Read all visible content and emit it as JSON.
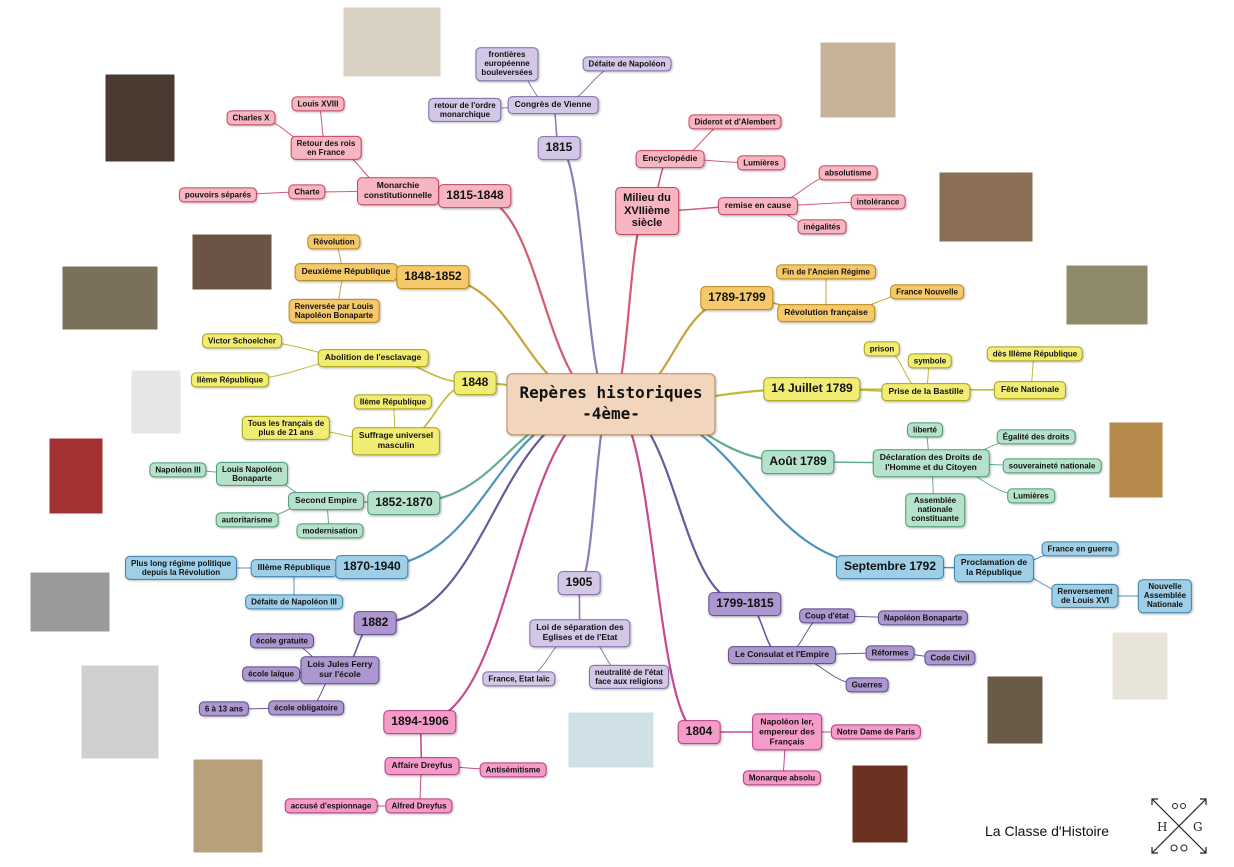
{
  "central": [
    "Repères historiques",
    "-4ème-"
  ],
  "brand": "La Classe d'Histoire",
  "logo_letters": [
    "H",
    "G"
  ],
  "colors": {
    "red": "#f7b5c2",
    "purple": "#d3c7e6",
    "orange": "#f5c86a",
    "yellow": "#f1ec74",
    "green": "#b6e2cc",
    "blue": "#9fcfe6",
    "violet": "#ac97cf",
    "pink": "#f59bc9",
    "central": "#f1d6bd"
  },
  "branches": [
    {
      "date": "1815-1848",
      "color": "red",
      "children": [
        {
          "label": [
            "Monarchie",
            "constitutionnelle"
          ],
          "children": [
            {
              "label": [
                "Retour des rois",
                "en France"
              ],
              "children": [
                {
                  "label": [
                    "Louis XVIII"
                  ]
                },
                {
                  "label": [
                    "Charles X"
                  ]
                }
              ]
            },
            {
              "label": [
                "Charte"
              ],
              "children": [
                {
                  "label": [
                    "pouvoirs séparés"
                  ]
                }
              ]
            }
          ]
        }
      ]
    },
    {
      "date": "1815",
      "color": "purple",
      "children": [
        {
          "label": [
            "Congrès de Vienne"
          ],
          "children": [
            {
              "label": [
                "frontières",
                "européenne",
                "bouleversées"
              ]
            },
            {
              "label": [
                "Défaite de Napoléon"
              ]
            },
            {
              "label": [
                "retour de l'ordre",
                "monarchique"
              ]
            }
          ]
        }
      ]
    },
    {
      "date": "Milieu du XVIIième siècle",
      "color": "red",
      "children": [
        {
          "label": [
            "Encyclopédie"
          ],
          "children": [
            {
              "label": [
                "Diderot et d'Alembert"
              ]
            },
            {
              "label": [
                "Lumières"
              ]
            }
          ]
        },
        {
          "label": [
            "remise en cause"
          ],
          "children": [
            {
              "label": [
                "absolutisme"
              ]
            },
            {
              "label": [
                "intolérance"
              ]
            },
            {
              "label": [
                "inégalités"
              ]
            }
          ]
        }
      ]
    },
    {
      "date": "1848-1852",
      "color": "orange",
      "children": [
        {
          "label": [
            "Deuxième République"
          ],
          "children": [
            {
              "label": [
                "Révolution"
              ]
            },
            {
              "label": [
                "Renversée par Louis",
                "Napoléon Bonaparte"
              ]
            }
          ]
        }
      ]
    },
    {
      "date": "1789-1799",
      "color": "orange",
      "children": [
        {
          "label": [
            "Révolution française"
          ],
          "children": [
            {
              "label": [
                "Fin de l'Ancien Régime"
              ]
            },
            {
              "label": [
                "France Nouvelle"
              ]
            }
          ]
        }
      ]
    },
    {
      "date": "1848",
      "color": "yellow",
      "children": [
        {
          "label": [
            "Abolition de l'esclavage"
          ],
          "children": [
            {
              "label": [
                "Victor Schoelcher"
              ]
            },
            {
              "label": [
                "IIème République"
              ]
            }
          ]
        },
        {
          "label": [
            "Suffrage universel",
            "masculin"
          ],
          "children": [
            {
              "label": [
                "IIème République"
              ]
            },
            {
              "label": [
                "Tous les français de",
                "plus de 21 ans"
              ]
            }
          ]
        }
      ]
    },
    {
      "date": "14 Juillet 1789",
      "color": "yellow",
      "children": [
        {
          "label": [
            "Prise de la Bastille"
          ],
          "children": [
            {
              "label": [
                "prison"
              ]
            },
            {
              "label": [
                "symbole"
              ]
            }
          ]
        },
        {
          "label": [
            "Fête Nationale"
          ],
          "children": [
            {
              "label": [
                "dès IIIème République"
              ]
            }
          ]
        }
      ]
    },
    {
      "date": "Août 1789",
      "color": "green",
      "children": [
        {
          "label": [
            "Déclaration des Droits de",
            "l'Homme et du Citoyen"
          ],
          "children": [
            {
              "label": [
                "liberté"
              ]
            },
            {
              "label": [
                "Égalité des droits"
              ]
            },
            {
              "label": [
                "souveraineté nationale"
              ]
            },
            {
              "label": [
                "Lumières"
              ]
            },
            {
              "label": [
                "Assemblée",
                "nationale",
                "constituante"
              ]
            }
          ]
        }
      ]
    },
    {
      "date": "1852-1870",
      "color": "green",
      "children": [
        {
          "label": [
            "Second Empire"
          ],
          "children": [
            {
              "label": [
                "Louis Napoléon",
                "Bonaparte"
              ],
              "children": [
                {
                  "label": [
                    "Napoléon III"
                  ]
                }
              ]
            },
            {
              "label": [
                "autoritarisme"
              ]
            },
            {
              "label": [
                "modernisation"
              ]
            }
          ]
        }
      ]
    },
    {
      "date": "1870-1940",
      "color": "blue",
      "children": [
        {
          "label": [
            "IIIème République"
          ],
          "children": [
            {
              "label": [
                "Plus long régime politique",
                "depuis la Révolution"
              ]
            },
            {
              "label": [
                "Défaite de Napoléon III"
              ]
            }
          ]
        }
      ]
    },
    {
      "date": "Septembre 1792",
      "color": "blue",
      "children": [
        {
          "label": [
            "Proclamation de",
            "la République"
          ],
          "children": [
            {
              "label": [
                "France en guerre"
              ]
            },
            {
              "label": [
                "Renversement",
                "de Louis XVI"
              ],
              "children": [
                {
                  "label": [
                    "Nouvelle",
                    "Assemblée",
                    "Nationale"
                  ]
                }
              ]
            }
          ]
        }
      ]
    },
    {
      "date": "1905",
      "color": "purple",
      "children": [
        {
          "label": [
            "Loi de séparation des",
            "Eglises et de l'Etat"
          ],
          "children": [
            {
              "label": [
                "France, Etat laïc"
              ]
            },
            {
              "label": [
                "neutralité de l'état",
                "face aux religions"
              ]
            }
          ]
        }
      ]
    },
    {
      "date": "1882",
      "color": "violet",
      "children": [
        {
          "label": [
            "Lois Jules Ferry",
            "sur l'école"
          ],
          "children": [
            {
              "label": [
                "école gratuite"
              ]
            },
            {
              "label": [
                "école laïque"
              ]
            },
            {
              "label": [
                "école obligatoire"
              ],
              "children": [
                {
                  "label": [
                    "6 à 13 ans"
                  ]
                }
              ]
            }
          ]
        }
      ]
    },
    {
      "date": "1799-1815",
      "color": "violet",
      "children": [
        {
          "label": [
            "Le Consulat et l'Empire"
          ],
          "children": [
            {
              "label": [
                "Coup d'état"
              ],
              "children": [
                {
                  "label": [
                    "Napoléon Bonaparte"
                  ]
                }
              ]
            },
            {
              "label": [
                "Réformes"
              ],
              "children": [
                {
                  "label": [
                    "Code Civil"
                  ]
                }
              ]
            },
            {
              "label": [
                "Guerres"
              ]
            }
          ]
        }
      ]
    },
    {
      "date": "1894-1906",
      "color": "pink",
      "children": [
        {
          "label": [
            "Affaire Dreyfus"
          ],
          "children": [
            {
              "label": [
                "Antisémitisme"
              ]
            },
            {
              "label": [
                "Alfred Dreyfus"
              ],
              "children": [
                {
                  "label": [
                    "accusé d'espionnage"
                  ]
                }
              ]
            }
          ]
        }
      ]
    },
    {
      "date": "1804",
      "color": "pink",
      "children": [
        {
          "label": [
            "Napoléon Ier,",
            "empereur des",
            "Français"
          ],
          "children": [
            {
              "label": [
                "Notre Dame de Paris"
              ]
            },
            {
              "label": [
                "Monarque absolu"
              ]
            }
          ]
        }
      ]
    }
  ]
}
